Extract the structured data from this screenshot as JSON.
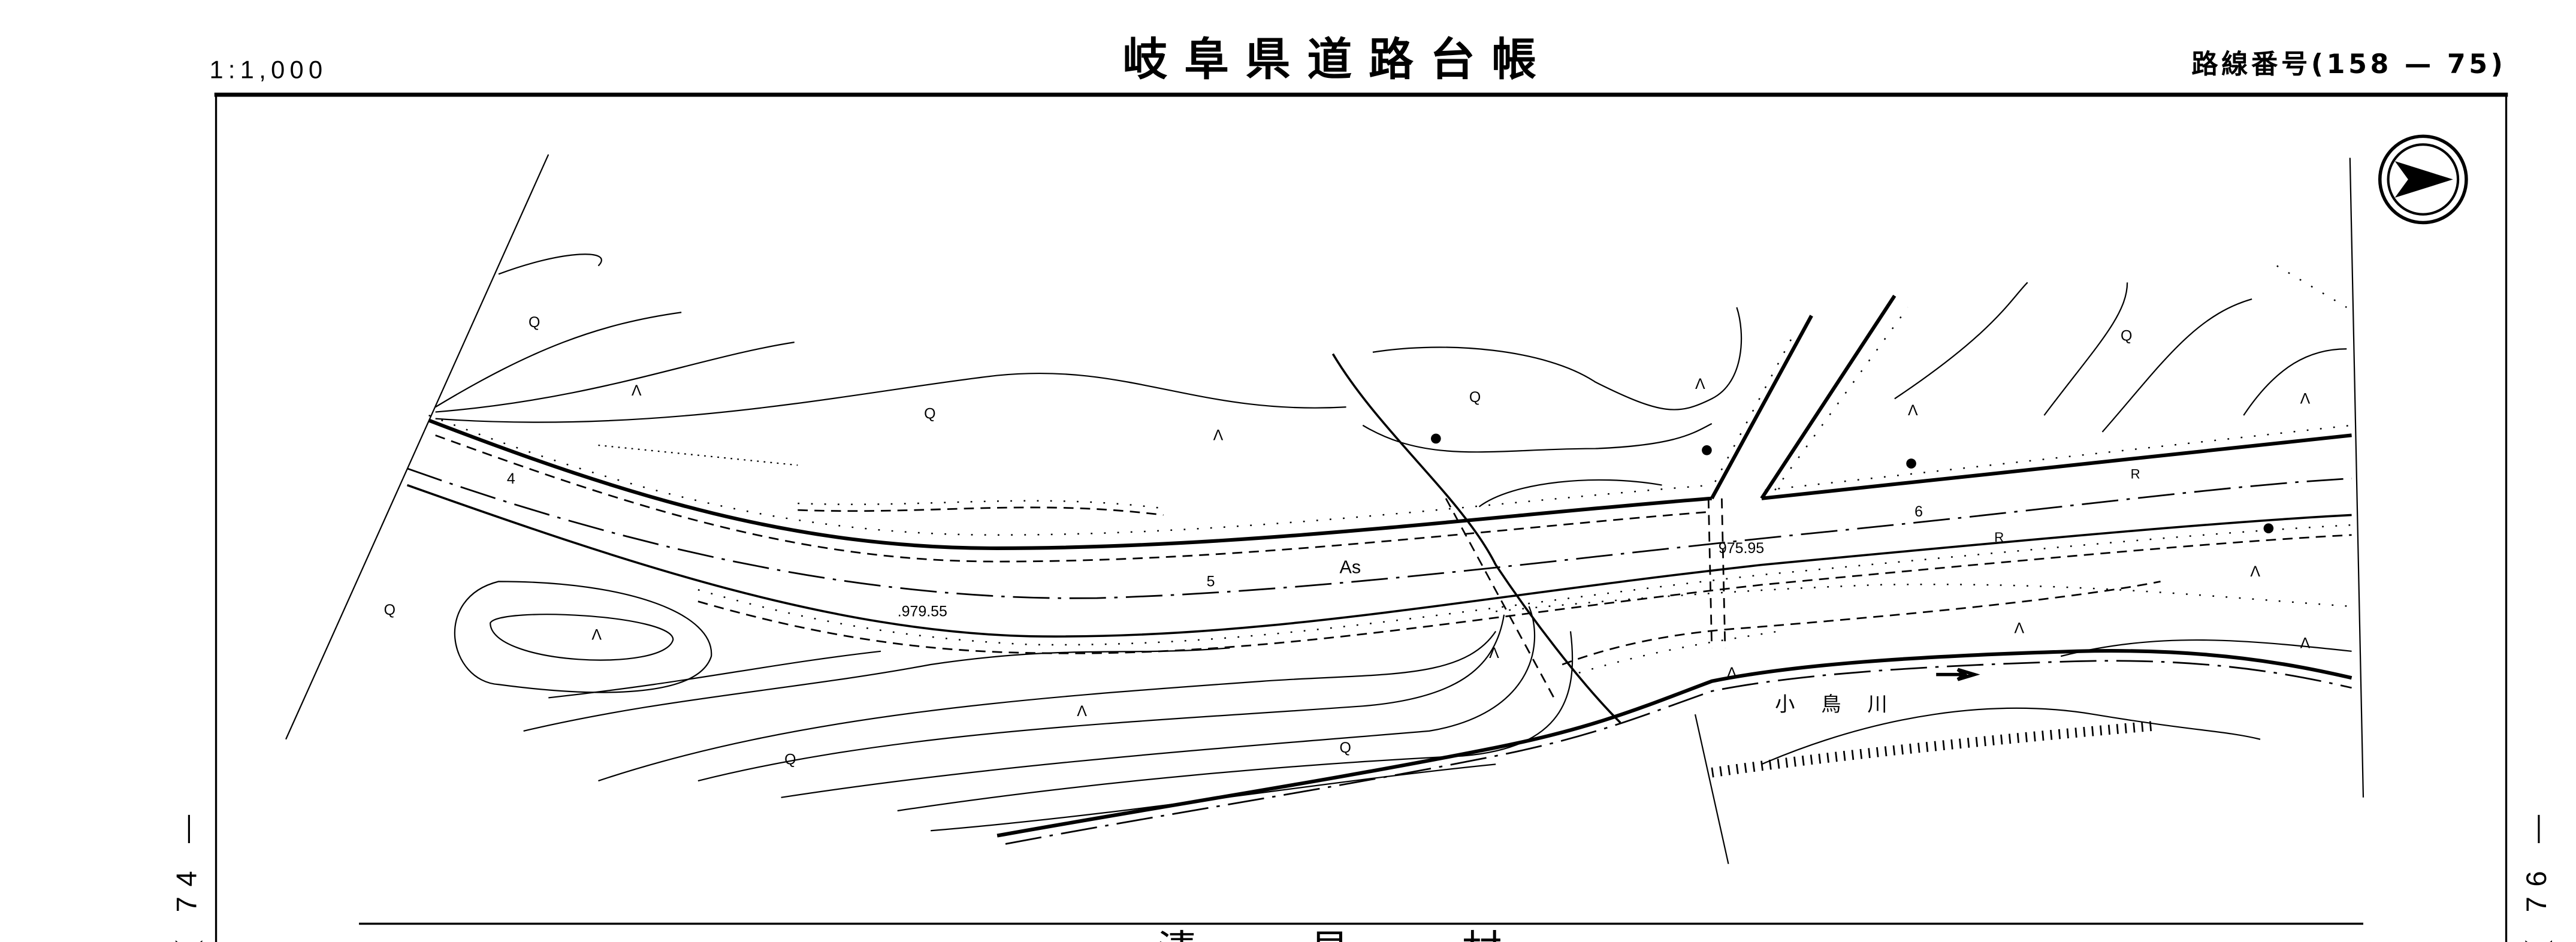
{
  "header": {
    "scale": "1:1,000",
    "title": "岐阜県道路台帳",
    "route_number": "路線番号(158 — 75)"
  },
  "side_labels": {
    "left": "( 74 —",
    "right": "( 76 —"
  },
  "map": {
    "pavement": "As",
    "elevations": [
      "975.95",
      ".979.55"
    ],
    "stations": [
      "4",
      "5",
      "6"
    ],
    "river_name": "小 鳥 川",
    "wall_marks": [
      "R",
      "R"
    ],
    "land_symbol_a": "Λ",
    "land_symbol_q": "Q"
  },
  "footer": {
    "village": "清   見   村"
  },
  "icons": {
    "north_arrow": "north-arrow-icon"
  }
}
